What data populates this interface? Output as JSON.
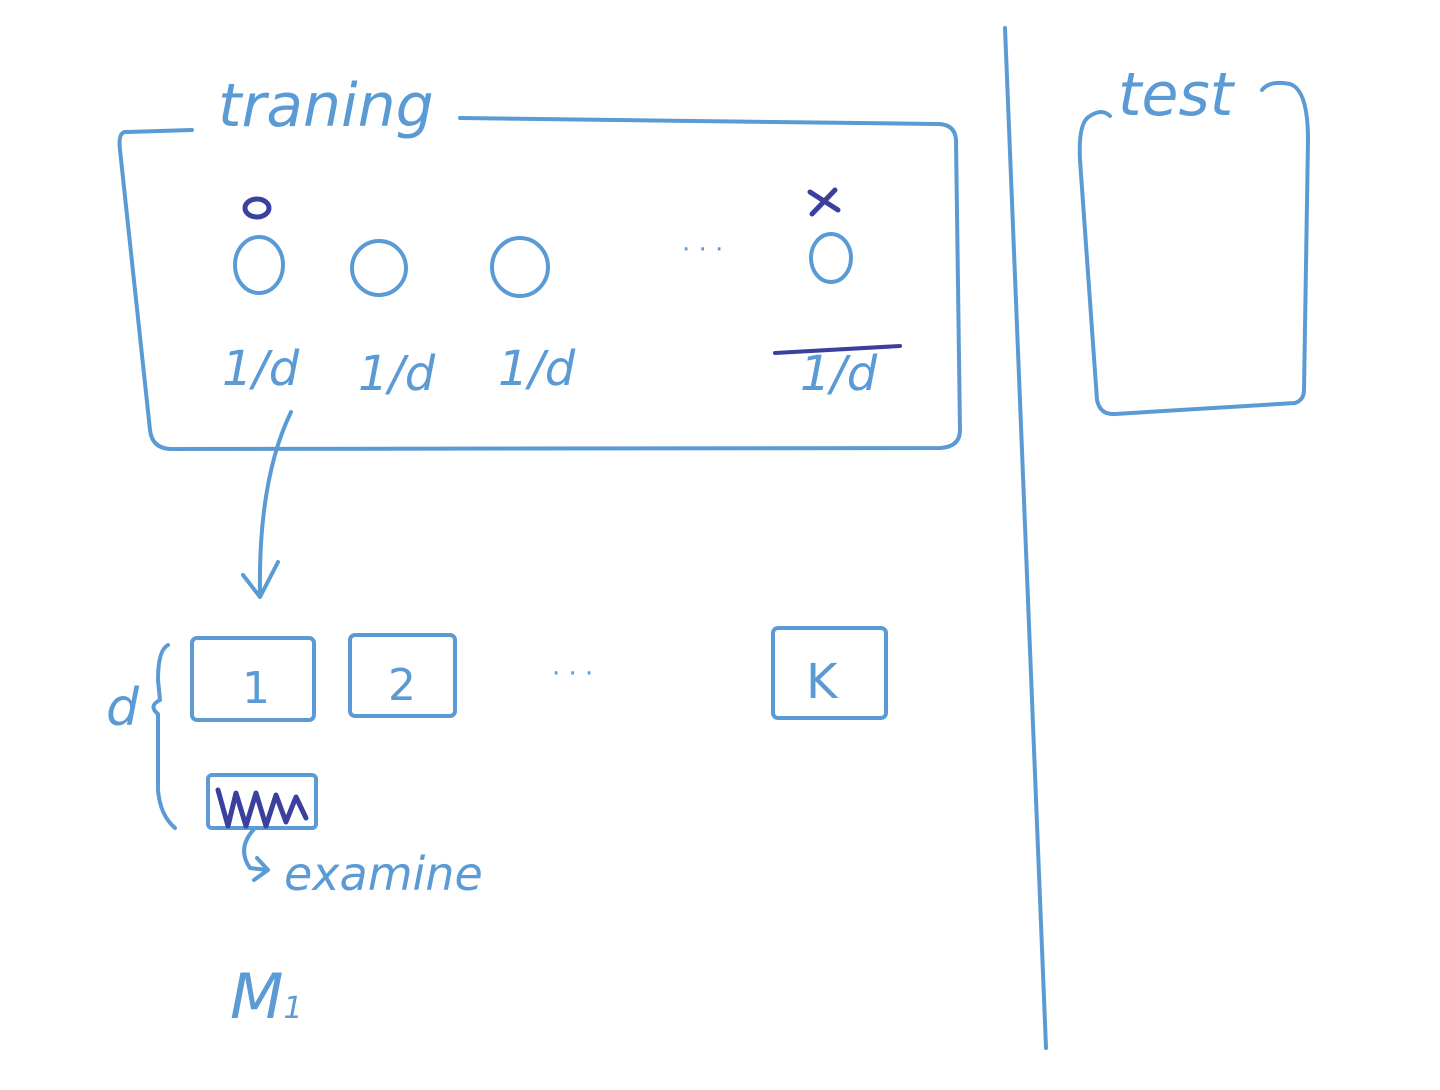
{
  "colors": {
    "ink": "#5b9bd5",
    "ink_dark": "#3b3f9e",
    "background": "#ffffff"
  },
  "training": {
    "title": "traning",
    "columns": [
      {
        "mark": "o",
        "fraction": "1/d",
        "crossed": false
      },
      {
        "mark": "",
        "fraction": "1/d",
        "crossed": false
      },
      {
        "mark": "",
        "fraction": "1/d",
        "crossed": false
      },
      {
        "mark": "x",
        "fraction": "1/d",
        "crossed": true
      }
    ],
    "ellipsis": "· · ·"
  },
  "test": {
    "title": "test"
  },
  "folds": {
    "side_label": "d",
    "items": [
      "1",
      "2",
      "K"
    ],
    "ellipsis": "· · ·",
    "examine_label": "examine",
    "model_label": "M",
    "model_subscript": "1"
  }
}
